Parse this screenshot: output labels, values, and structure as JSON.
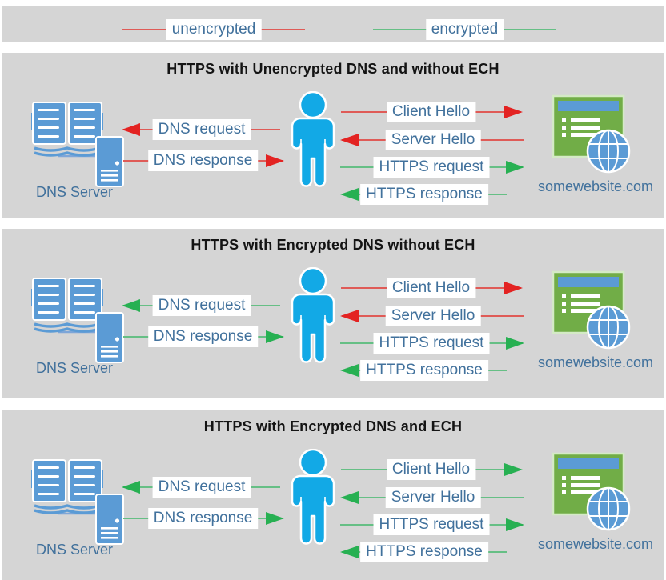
{
  "colors": {
    "band": "#d5d5d5",
    "red_line": "#df5b57",
    "red_head": "#e32322",
    "green_line": "#66bf85",
    "green_head": "#27b052",
    "label_text": "#41719c",
    "title_text": "#141414",
    "person_blue": "#12a9e6",
    "office_blue": "#5b9bd5",
    "window_green": "#71ad47",
    "window_border": "#d4eac6",
    "connector": "#7ea6d8"
  },
  "legend": {
    "items": [
      {
        "label": "unencrypted",
        "color": "red"
      },
      {
        "label": "encrypted",
        "color": "green"
      }
    ]
  },
  "panels": [
    {
      "title": "HTTPS with Unencrypted DNS and without ECH",
      "dns_server_label": "DNS Server",
      "website_label": "somewebsite.com",
      "arrows": [
        {
          "label": "DNS request",
          "dir": "left",
          "color": "red"
        },
        {
          "label": "DNS response",
          "dir": "right",
          "color": "red"
        },
        {
          "label": "Client Hello",
          "dir": "right",
          "color": "red"
        },
        {
          "label": "Server Hello",
          "dir": "left",
          "color": "red"
        },
        {
          "label": "HTTPS request",
          "dir": "right",
          "color": "green"
        },
        {
          "label": "HTTPS response",
          "dir": "left",
          "color": "green"
        }
      ]
    },
    {
      "title": "HTTPS with Encrypted DNS without ECH",
      "dns_server_label": "DNS Server",
      "website_label": "somewebsite.com",
      "arrows": [
        {
          "label": "DNS request",
          "dir": "left",
          "color": "green"
        },
        {
          "label": "DNS response",
          "dir": "right",
          "color": "green"
        },
        {
          "label": "Client Hello",
          "dir": "right",
          "color": "red"
        },
        {
          "label": "Server Hello",
          "dir": "left",
          "color": "red"
        },
        {
          "label": "HTTPS request",
          "dir": "right",
          "color": "green"
        },
        {
          "label": "HTTPS response",
          "dir": "left",
          "color": "green"
        }
      ]
    },
    {
      "title": "HTTPS with Encrypted DNS and ECH",
      "dns_server_label": "DNS Server",
      "website_label": "somewebsite.com",
      "arrows": [
        {
          "label": "DNS request",
          "dir": "left",
          "color": "green"
        },
        {
          "label": "DNS response",
          "dir": "right",
          "color": "green"
        },
        {
          "label": "Client Hello",
          "dir": "right",
          "color": "green"
        },
        {
          "label": "Server Hello",
          "dir": "left",
          "color": "green"
        },
        {
          "label": "HTTPS request",
          "dir": "right",
          "color": "green"
        },
        {
          "label": "HTTPS response",
          "dir": "left",
          "color": "green"
        }
      ]
    }
  ]
}
